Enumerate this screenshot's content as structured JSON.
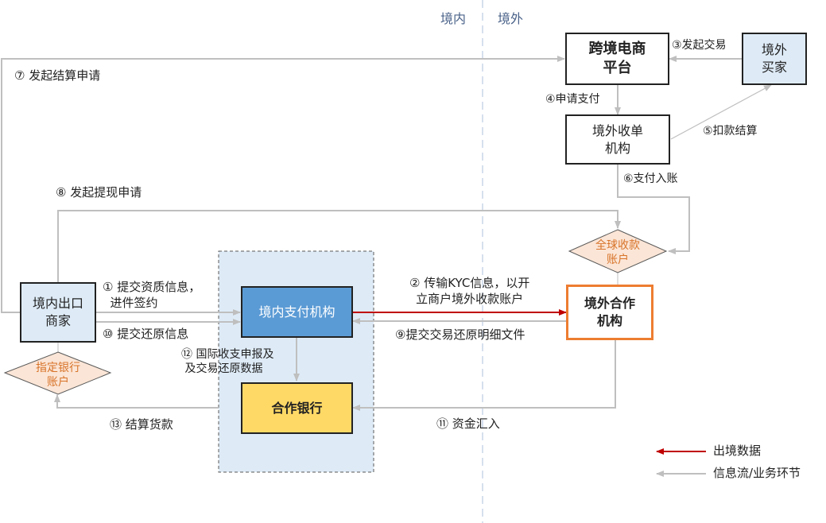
{
  "zones": {
    "domestic": "境内",
    "overseas": "境外"
  },
  "nodes": {
    "platform": "跨境电商\n平台",
    "buyer": "境外\n买家",
    "acquirer": "境外收单\n机构",
    "global_account": "全球收款\n账户",
    "overseas_partner": "境外合作\n机构",
    "domestic_payment": "境内支付机构",
    "partner_bank": "合作银行",
    "merchant": "境内出口\n商家",
    "designated_account": "指定银行\n账户"
  },
  "steps": {
    "s1": "① 提交资质信息，\n  进件签约",
    "s2": "② 传输KYC信息，以开\n立商户境外收款账户",
    "s3": "③发起交易",
    "s4": "④申请支付",
    "s5": "⑤扣款结算",
    "s6": "⑥支付入账",
    "s7": "⑦ 发起结算申请",
    "s8": "⑧ 发起提现申请",
    "s9": "⑨提交交易还原明细文件",
    "s10": "⑩ 提交还原信息",
    "s11": "⑪ 资金汇入",
    "s12": "⑫ 国际收支申报及\n 及交易还原数据",
    "s13": "⑬ 结算货款"
  },
  "legend": [
    {
      "label": "出境数据",
      "color": "#c00000"
    },
    {
      "label": "信息流/业务环节",
      "color": "#bfbfbf"
    }
  ],
  "colors": {
    "flow": "#bfbfbf",
    "outbound": "#c00000",
    "domestic_payment_fill": "#5b9bd5",
    "partner_bank_fill": "#ffd966",
    "light_blue_fill": "#deebf7",
    "diamond_fill": "#fbe5d6",
    "partner_border": "#ed7d31"
  }
}
